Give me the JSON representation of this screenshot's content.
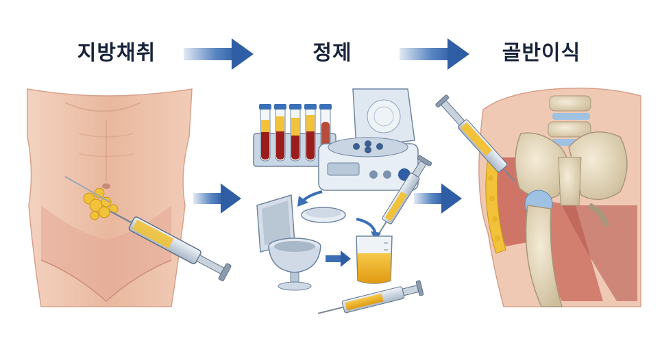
{
  "steps": [
    {
      "label": "지방채취"
    },
    {
      "label": "정제"
    },
    {
      "label": "골반이식"
    }
  ],
  "colors": {
    "title": "#17223b",
    "arrow": "#3b6fb6",
    "skin": "#e9b89e",
    "fat": "#f1c23a",
    "bone": "#e8dcc2",
    "muscle": "#c9665a",
    "blood": "#9b1c1c"
  }
}
